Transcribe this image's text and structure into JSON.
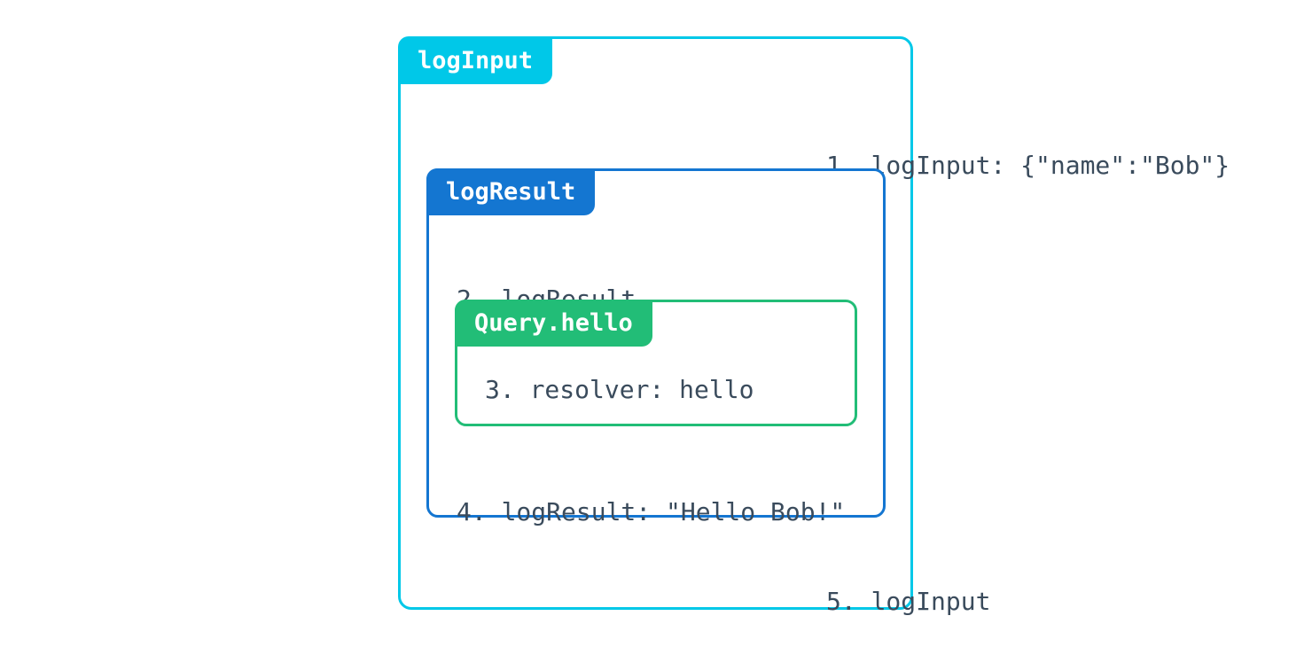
{
  "diagram": {
    "title": "logInput",
    "background_color": "#ffffff",
    "text_color": "#3a4b5c"
  },
  "outer_box": {
    "name": "logInput",
    "label": "logInput",
    "color": "#00c8e8",
    "lines": [
      {
        "number": "1.",
        "text": "1. logInput: {\"name\":\"Bob\"}"
      },
      {
        "number": "5.",
        "text": "5. logInput"
      }
    ]
  },
  "middle_box": {
    "name": "logResult",
    "label": "logResult",
    "color": "#1476d1",
    "lines": [
      {
        "number": "2.",
        "text": "2. logResult"
      },
      {
        "number": "4.",
        "text": "4. logResult: \"Hello Bob!\""
      }
    ]
  },
  "inner_box": {
    "name": "Query.hello",
    "label": "Query.hello",
    "color": "#22bd77",
    "lines": [
      {
        "number": "3.",
        "text": "3. resolver: hello"
      }
    ]
  }
}
